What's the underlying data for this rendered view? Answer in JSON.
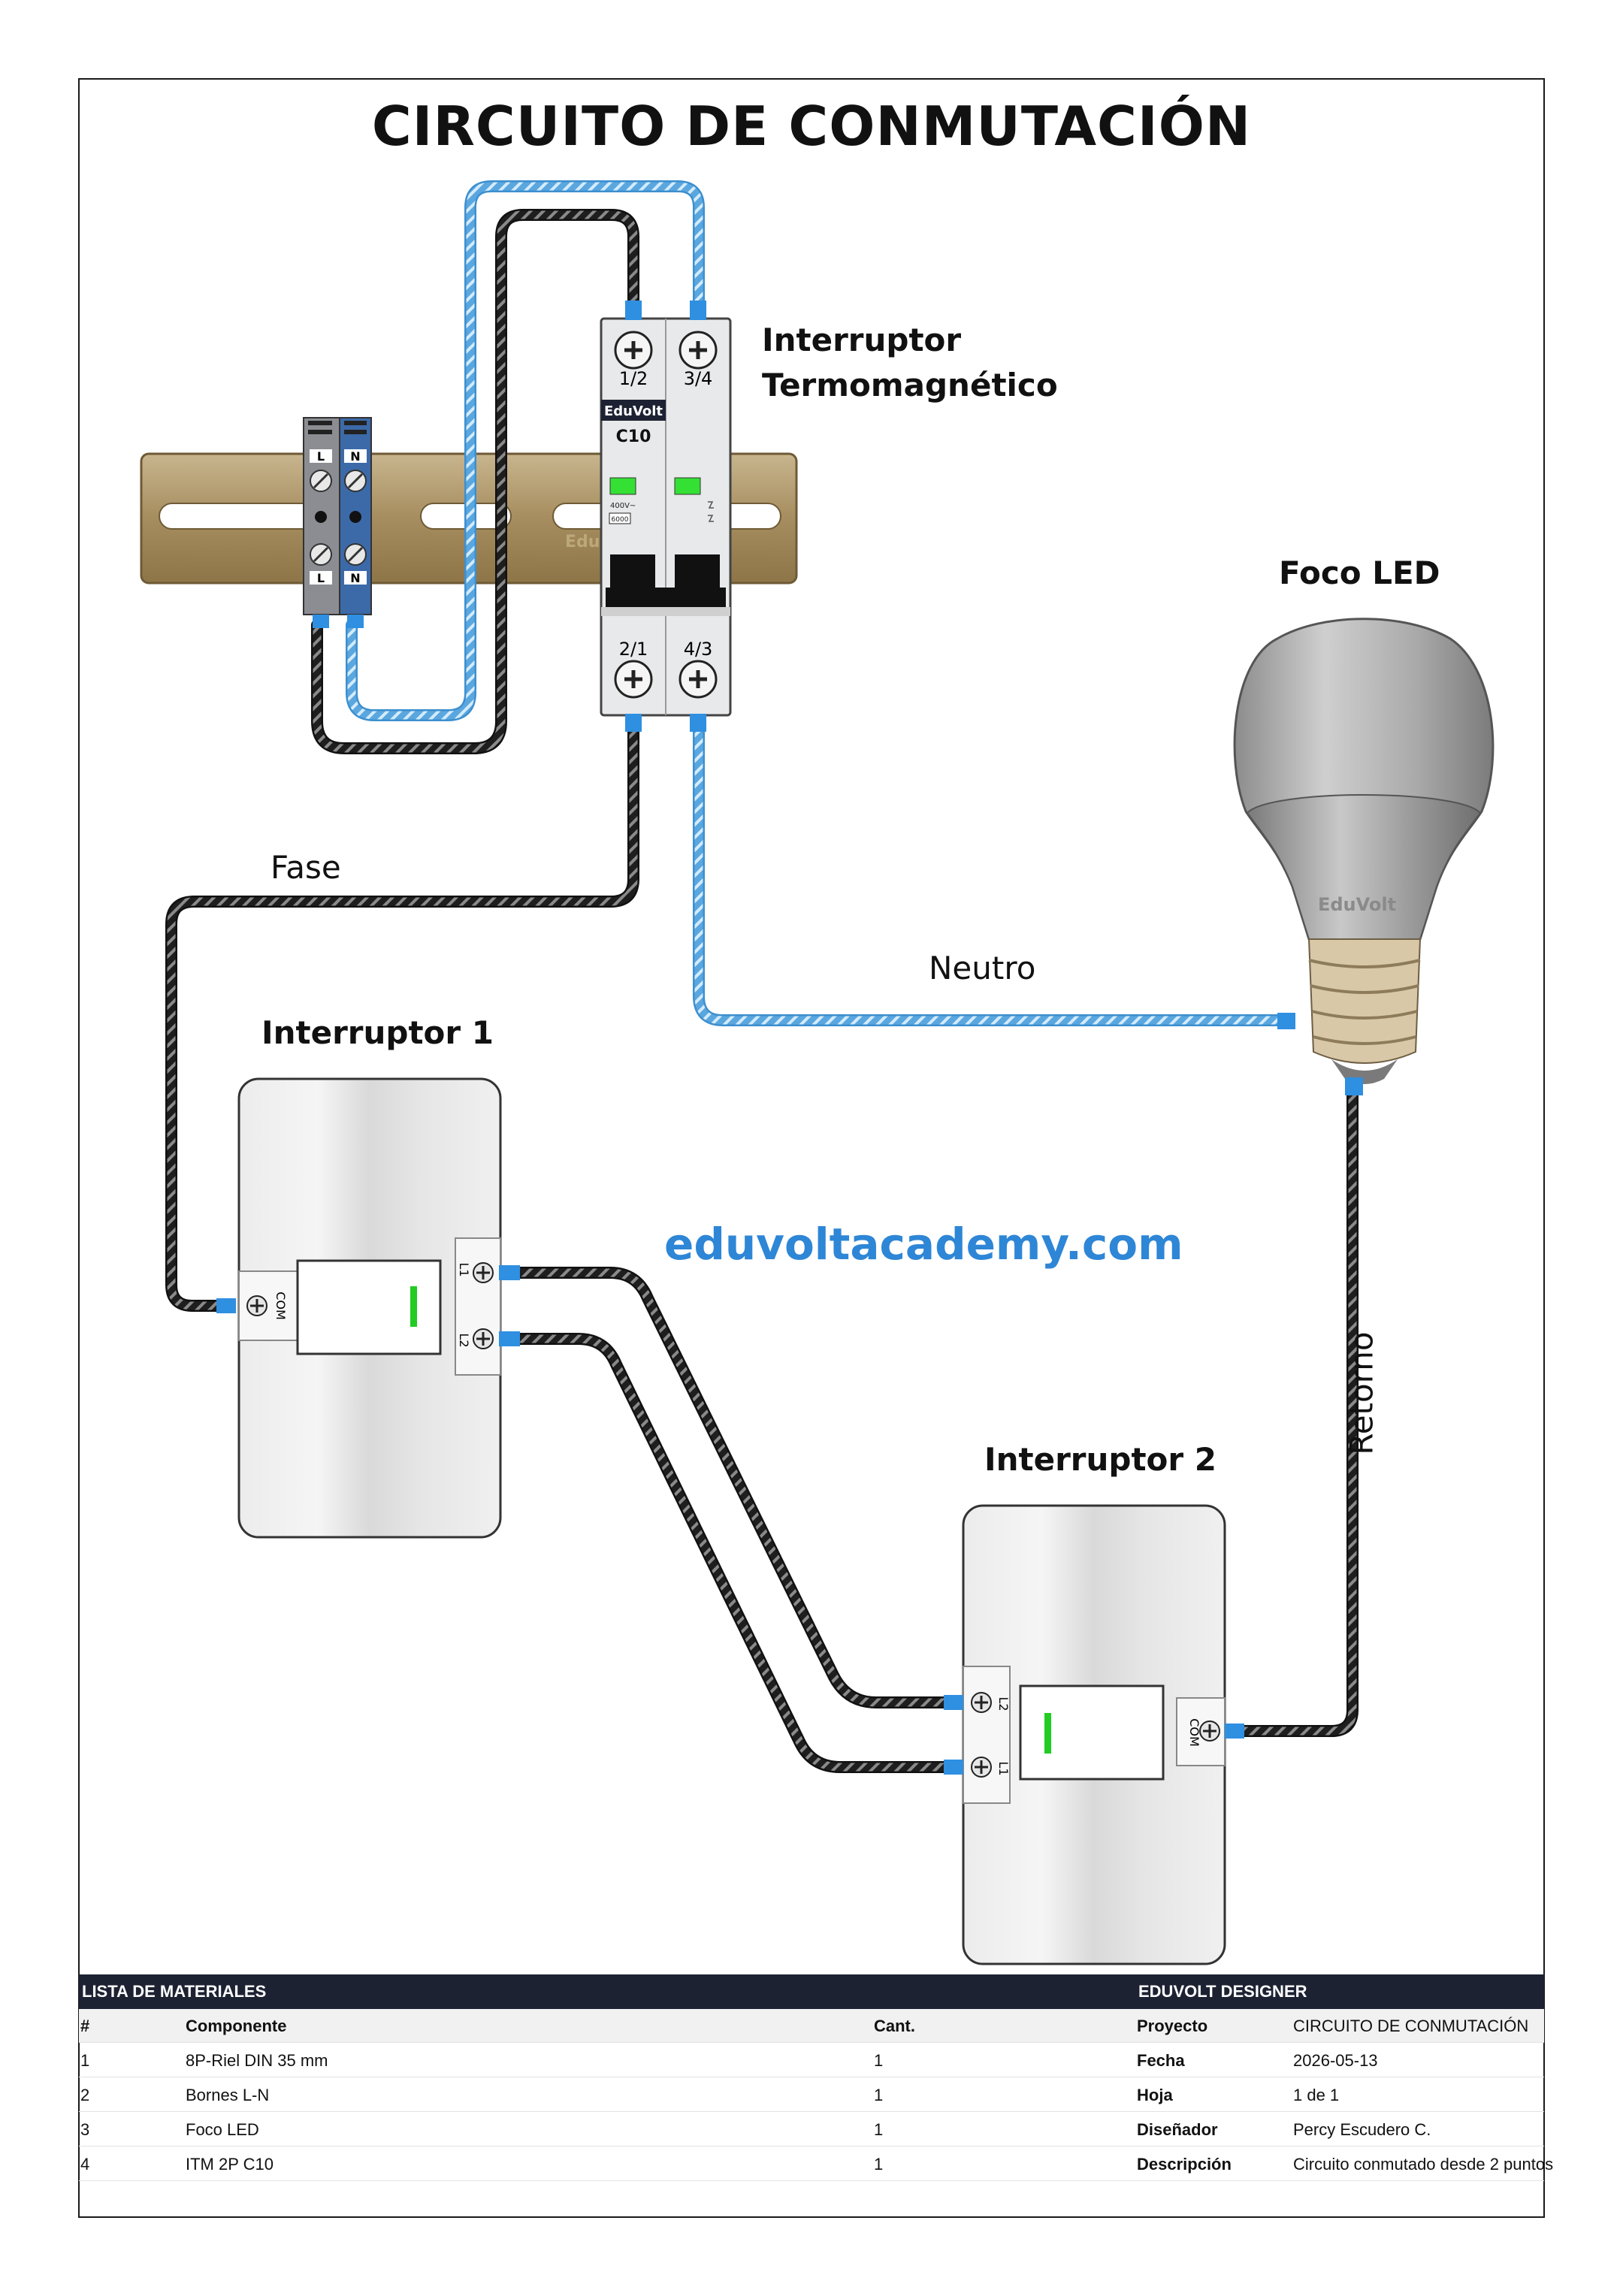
{
  "title": "CIRCUITO DE CONMUTACIÓN",
  "website": "eduvoltacademy.com",
  "labels": {
    "breaker": [
      "Interruptor",
      "Termomagnético"
    ],
    "bulb": "Foco LED",
    "switch1": "Interruptor 1",
    "switch2": "Interruptor 2",
    "fase": "Fase",
    "neutro": "Neutro",
    "retorno": "Retorno"
  },
  "breaker_face": {
    "brand": "EduVolt",
    "model": "C10",
    "top_terminals": [
      "1/2",
      "3/4"
    ],
    "bottom_terminals": [
      "2/1",
      "4/3"
    ],
    "rating_lines": [
      "400V~",
      "6000"
    ]
  },
  "terminal_block": {
    "top": [
      "L",
      "N"
    ],
    "bottom": [
      "L",
      "N"
    ]
  },
  "rail_watermark": "Edu",
  "bulb_watermark": "EduVolt",
  "switch1_terminals": {
    "common": "COM",
    "outputs": [
      "L1",
      "L2"
    ]
  },
  "switch2_terminals": {
    "common": "COM",
    "outputs": [
      "L2",
      "L1"
    ]
  },
  "colors": {
    "phase": "#1e1e1e",
    "neutral": "#7ab8e6",
    "connector": "#2f8fe0",
    "indicator": "#22cc22",
    "header_bar": "#1d2233",
    "website": "#2e86d6"
  },
  "materials": {
    "heading": "LISTA DE MATERIALES",
    "columns": [
      "#",
      "Componente",
      "Cant."
    ],
    "rows": [
      [
        "1",
        "8P-Riel DIN 35 mm",
        "1"
      ],
      [
        "2",
        "Bornes L-N",
        "1"
      ],
      [
        "3",
        "Foco LED",
        "1"
      ],
      [
        "4",
        "ITM 2P C10",
        "1"
      ]
    ]
  },
  "designer": {
    "heading": "EDUVOLT DESIGNER",
    "rows": [
      [
        "Proyecto",
        "CIRCUITO DE CONMUTACIÓN"
      ],
      [
        "Fecha",
        "2026-05-13"
      ],
      [
        "Hoja",
        "1 de 1"
      ],
      [
        "Diseñador",
        "Percy Escudero C."
      ],
      [
        "Descripción",
        "Circuito conmutado desde 2 puntos"
      ]
    ]
  }
}
